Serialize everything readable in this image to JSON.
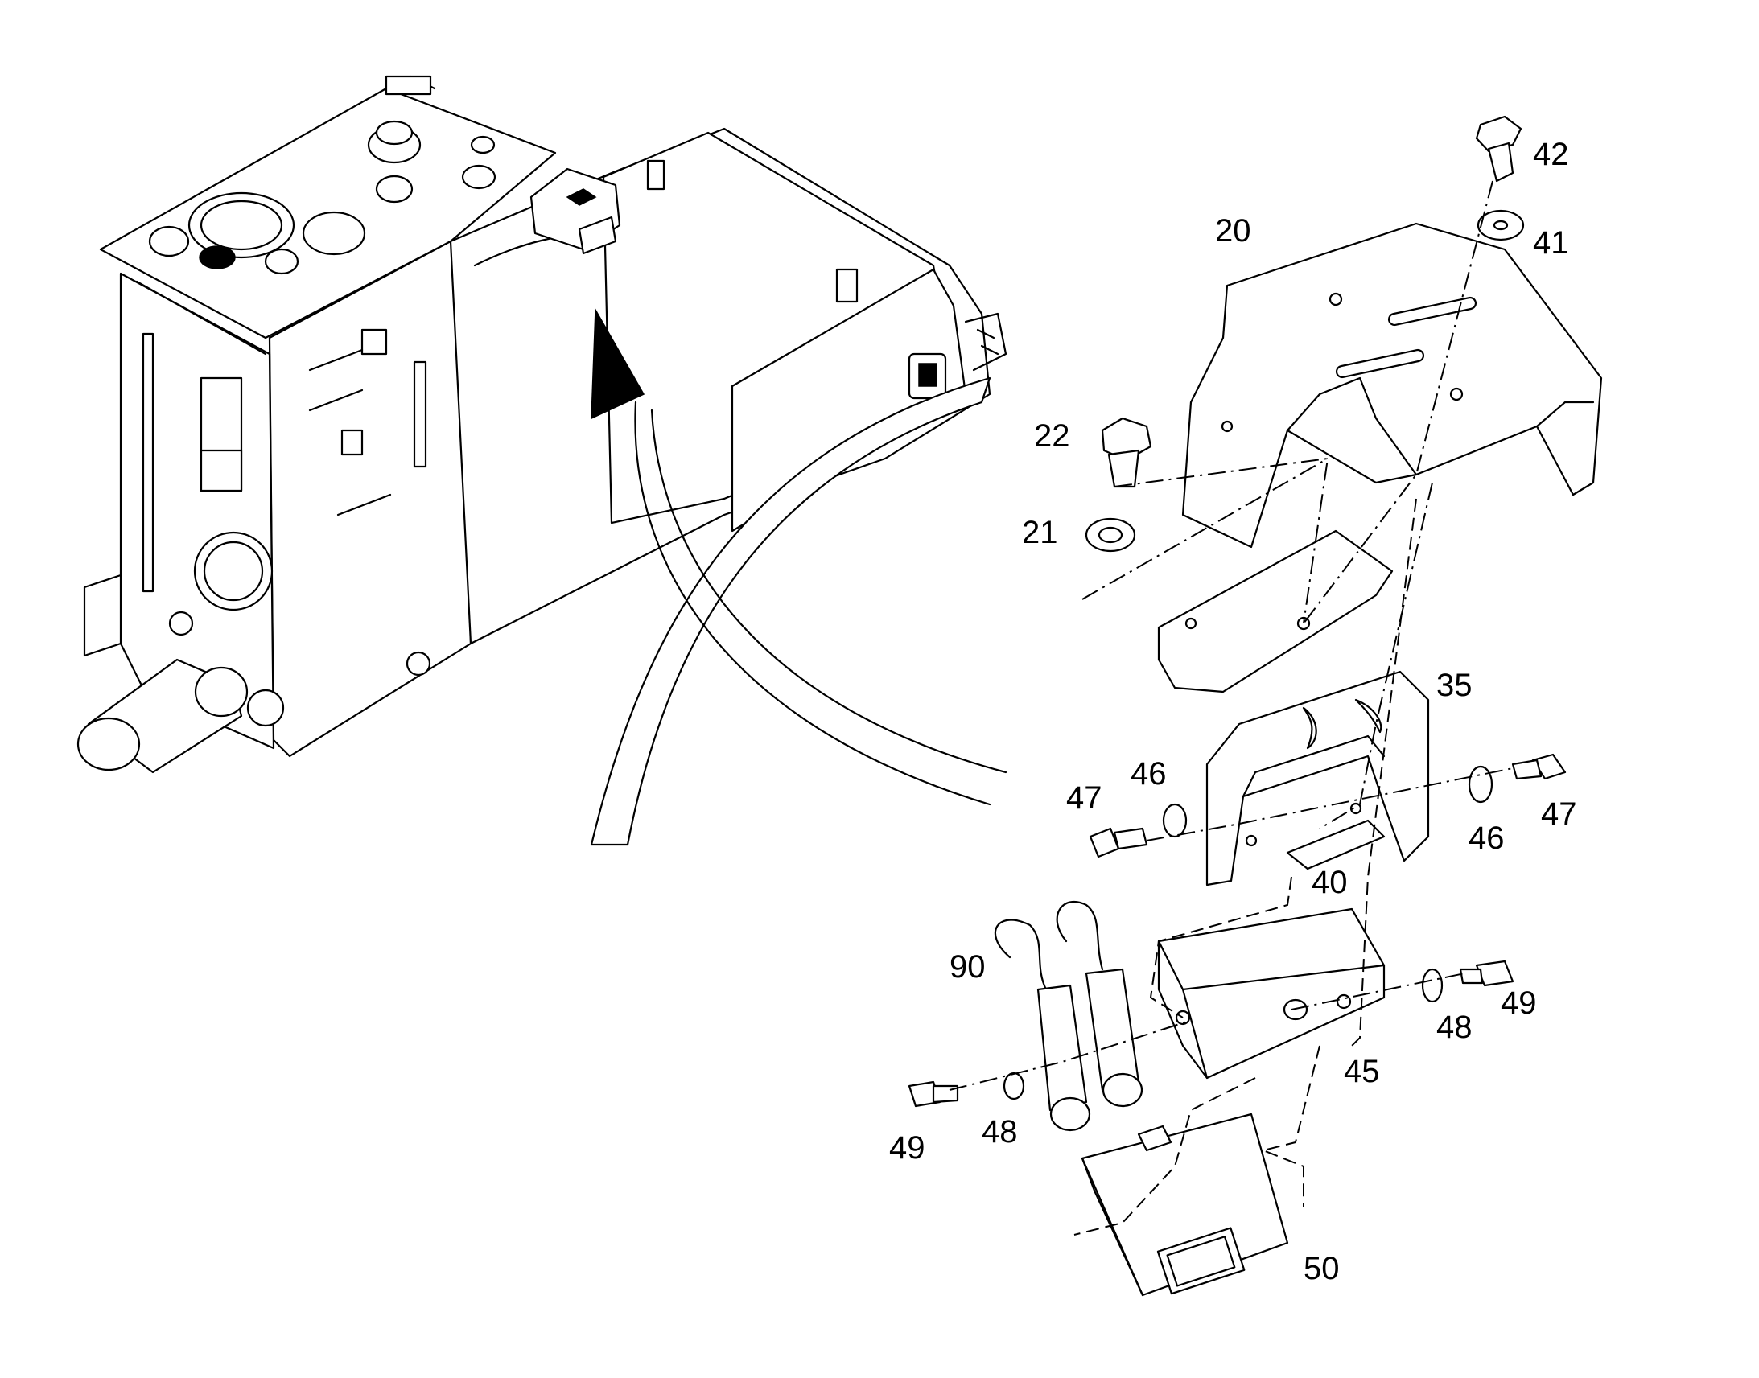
{
  "callouts": {
    "c20": "20",
    "c22": "22",
    "c21": "21",
    "c42": "42",
    "c41": "41",
    "c35": "35",
    "c47a": "47",
    "c46a": "46",
    "c47b": "47",
    "c46b": "46",
    "c40": "40",
    "c90": "90",
    "c45": "45",
    "c48a": "48",
    "c49a": "49",
    "c48b": "48",
    "c49b": "49",
    "c50": "50"
  }
}
